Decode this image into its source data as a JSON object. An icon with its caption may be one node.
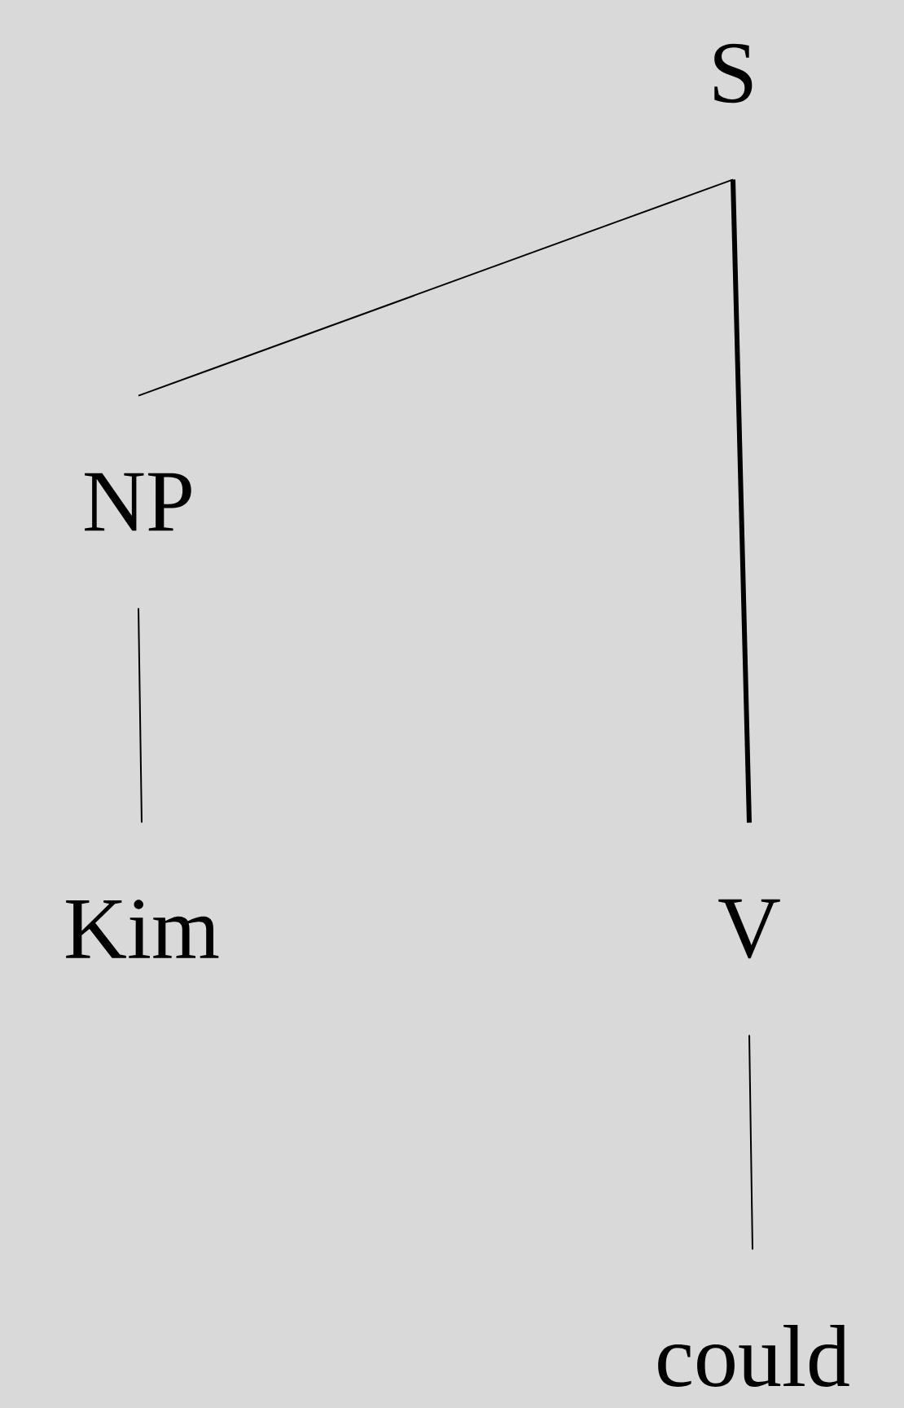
{
  "diagram": {
    "nodes": [
      {
        "text": [
          "S"
        ]
      },
      {
        "text": [
          "NP"
        ]
      },
      {
        "text": [
          "V"
        ]
      },
      {
        "text": [
          "Kim"
        ]
      },
      {
        "text": [
          "could"
        ]
      }
    ],
    "edges": [
      {
        "from": 0,
        "to": 1,
        "arrow": "none"
      },
      {
        "from": 0,
        "to": 2,
        "arrow": "none",
        "style": "thick"
      },
      {
        "from": 1,
        "to": 3,
        "arrow": "none"
      },
      {
        "from": 2,
        "to": 4,
        "arrow": "none"
      }
    ]
  }
}
